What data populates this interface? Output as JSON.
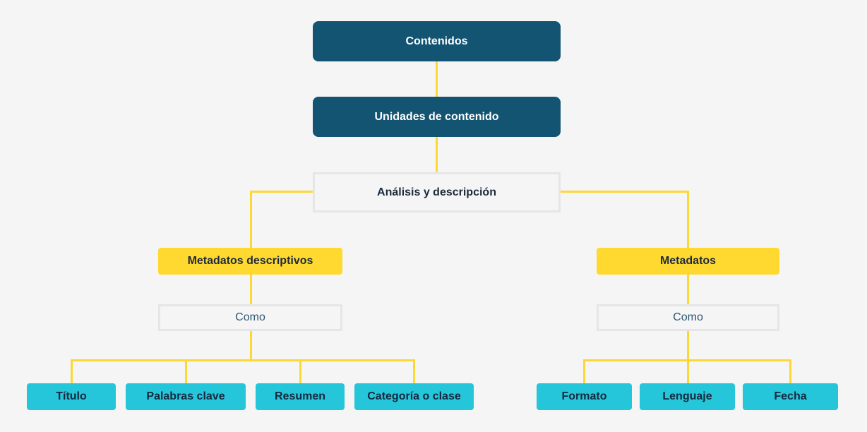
{
  "colors": {
    "background": "#f5f5f5",
    "primary_dark": "#135473",
    "accent_yellow": "#ffd930",
    "connector_yellow": "#fdd835",
    "leaf_cyan": "#26c6da",
    "outline_gray": "#e6e6e6"
  },
  "root": {
    "label": "Contenidos"
  },
  "units": {
    "label": "Unidades de contenido"
  },
  "analysis": {
    "label": "Análisis y descripción"
  },
  "left": {
    "label": "Metadatos descriptivos",
    "como": "Como",
    "leaves": [
      "Título",
      "Palabras clave",
      "Resumen",
      "Categoría o clase"
    ]
  },
  "right": {
    "label": "Metadatos",
    "como": "Como",
    "leaves": [
      "Formato",
      "Lenguaje",
      "Fecha"
    ]
  }
}
